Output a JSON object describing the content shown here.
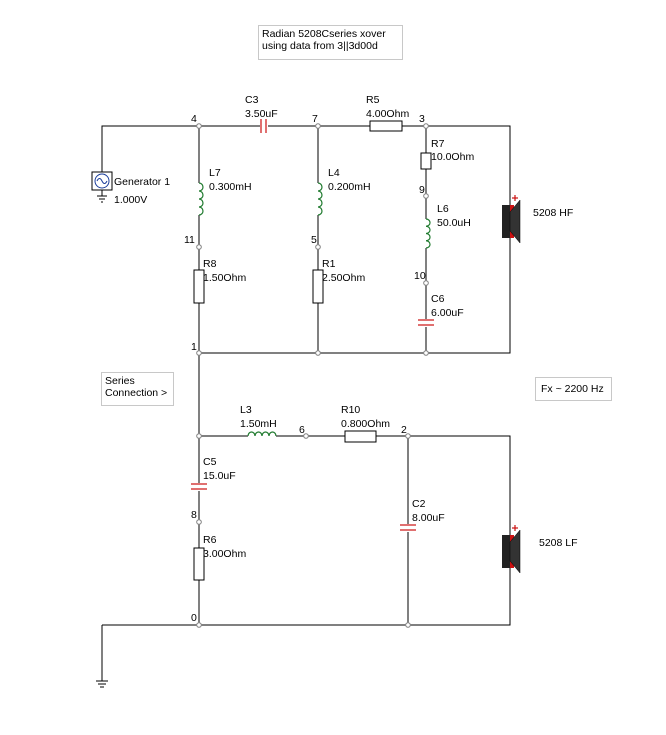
{
  "title_note": {
    "line1": "Radian 5208Cseries xover",
    "line2": "using data from 3||3d00d"
  },
  "series_note": {
    "line1": "Series",
    "line2": "Connection >"
  },
  "fx_note": {
    "text": "Fx ~ 2200 Hz"
  },
  "colors": {
    "wire": "#000000",
    "inductor": "#1f7a2e",
    "capacitor": "#cc1111",
    "node": "#808080",
    "speaker_accent": "#cc1111"
  },
  "generator": {
    "name": "Generator 1",
    "value": "1.000V",
    "icon": "ac-source-icon"
  },
  "components": {
    "C3": {
      "name": "C3",
      "value": "3.50uF"
    },
    "R5": {
      "name": "R5",
      "value": "4.00Ohm"
    },
    "L7": {
      "name": "L7",
      "value": "0.300mH"
    },
    "L4": {
      "name": "L4",
      "value": "0.200mH"
    },
    "R7": {
      "name": "R7",
      "value": "10.0Ohm"
    },
    "L6": {
      "name": "L6",
      "value": "50.0uH"
    },
    "C6": {
      "name": "C6",
      "value": "6.00uF"
    },
    "R8": {
      "name": "R8",
      "value": "1.50Ohm"
    },
    "R1": {
      "name": "R1",
      "value": "2.50Ohm"
    },
    "L3": {
      "name": "L3",
      "value": "1.50mH"
    },
    "R10": {
      "name": "R10",
      "value": "0.800Ohm"
    },
    "C5": {
      "name": "C5",
      "value": "15.0uF"
    },
    "R6": {
      "name": "R6",
      "value": "3.00Ohm"
    },
    "C2": {
      "name": "C2",
      "value": "8.00uF"
    }
  },
  "speakers": {
    "hf": "5208 HF",
    "lf": "5208 LF"
  },
  "nodes": {
    "n0": "0",
    "n1": "1",
    "n2": "2",
    "n3": "3",
    "n4": "4",
    "n5": "5",
    "n6": "6",
    "n7": "7",
    "n8": "8",
    "n9": "9",
    "n10": "10",
    "n11": "11"
  }
}
